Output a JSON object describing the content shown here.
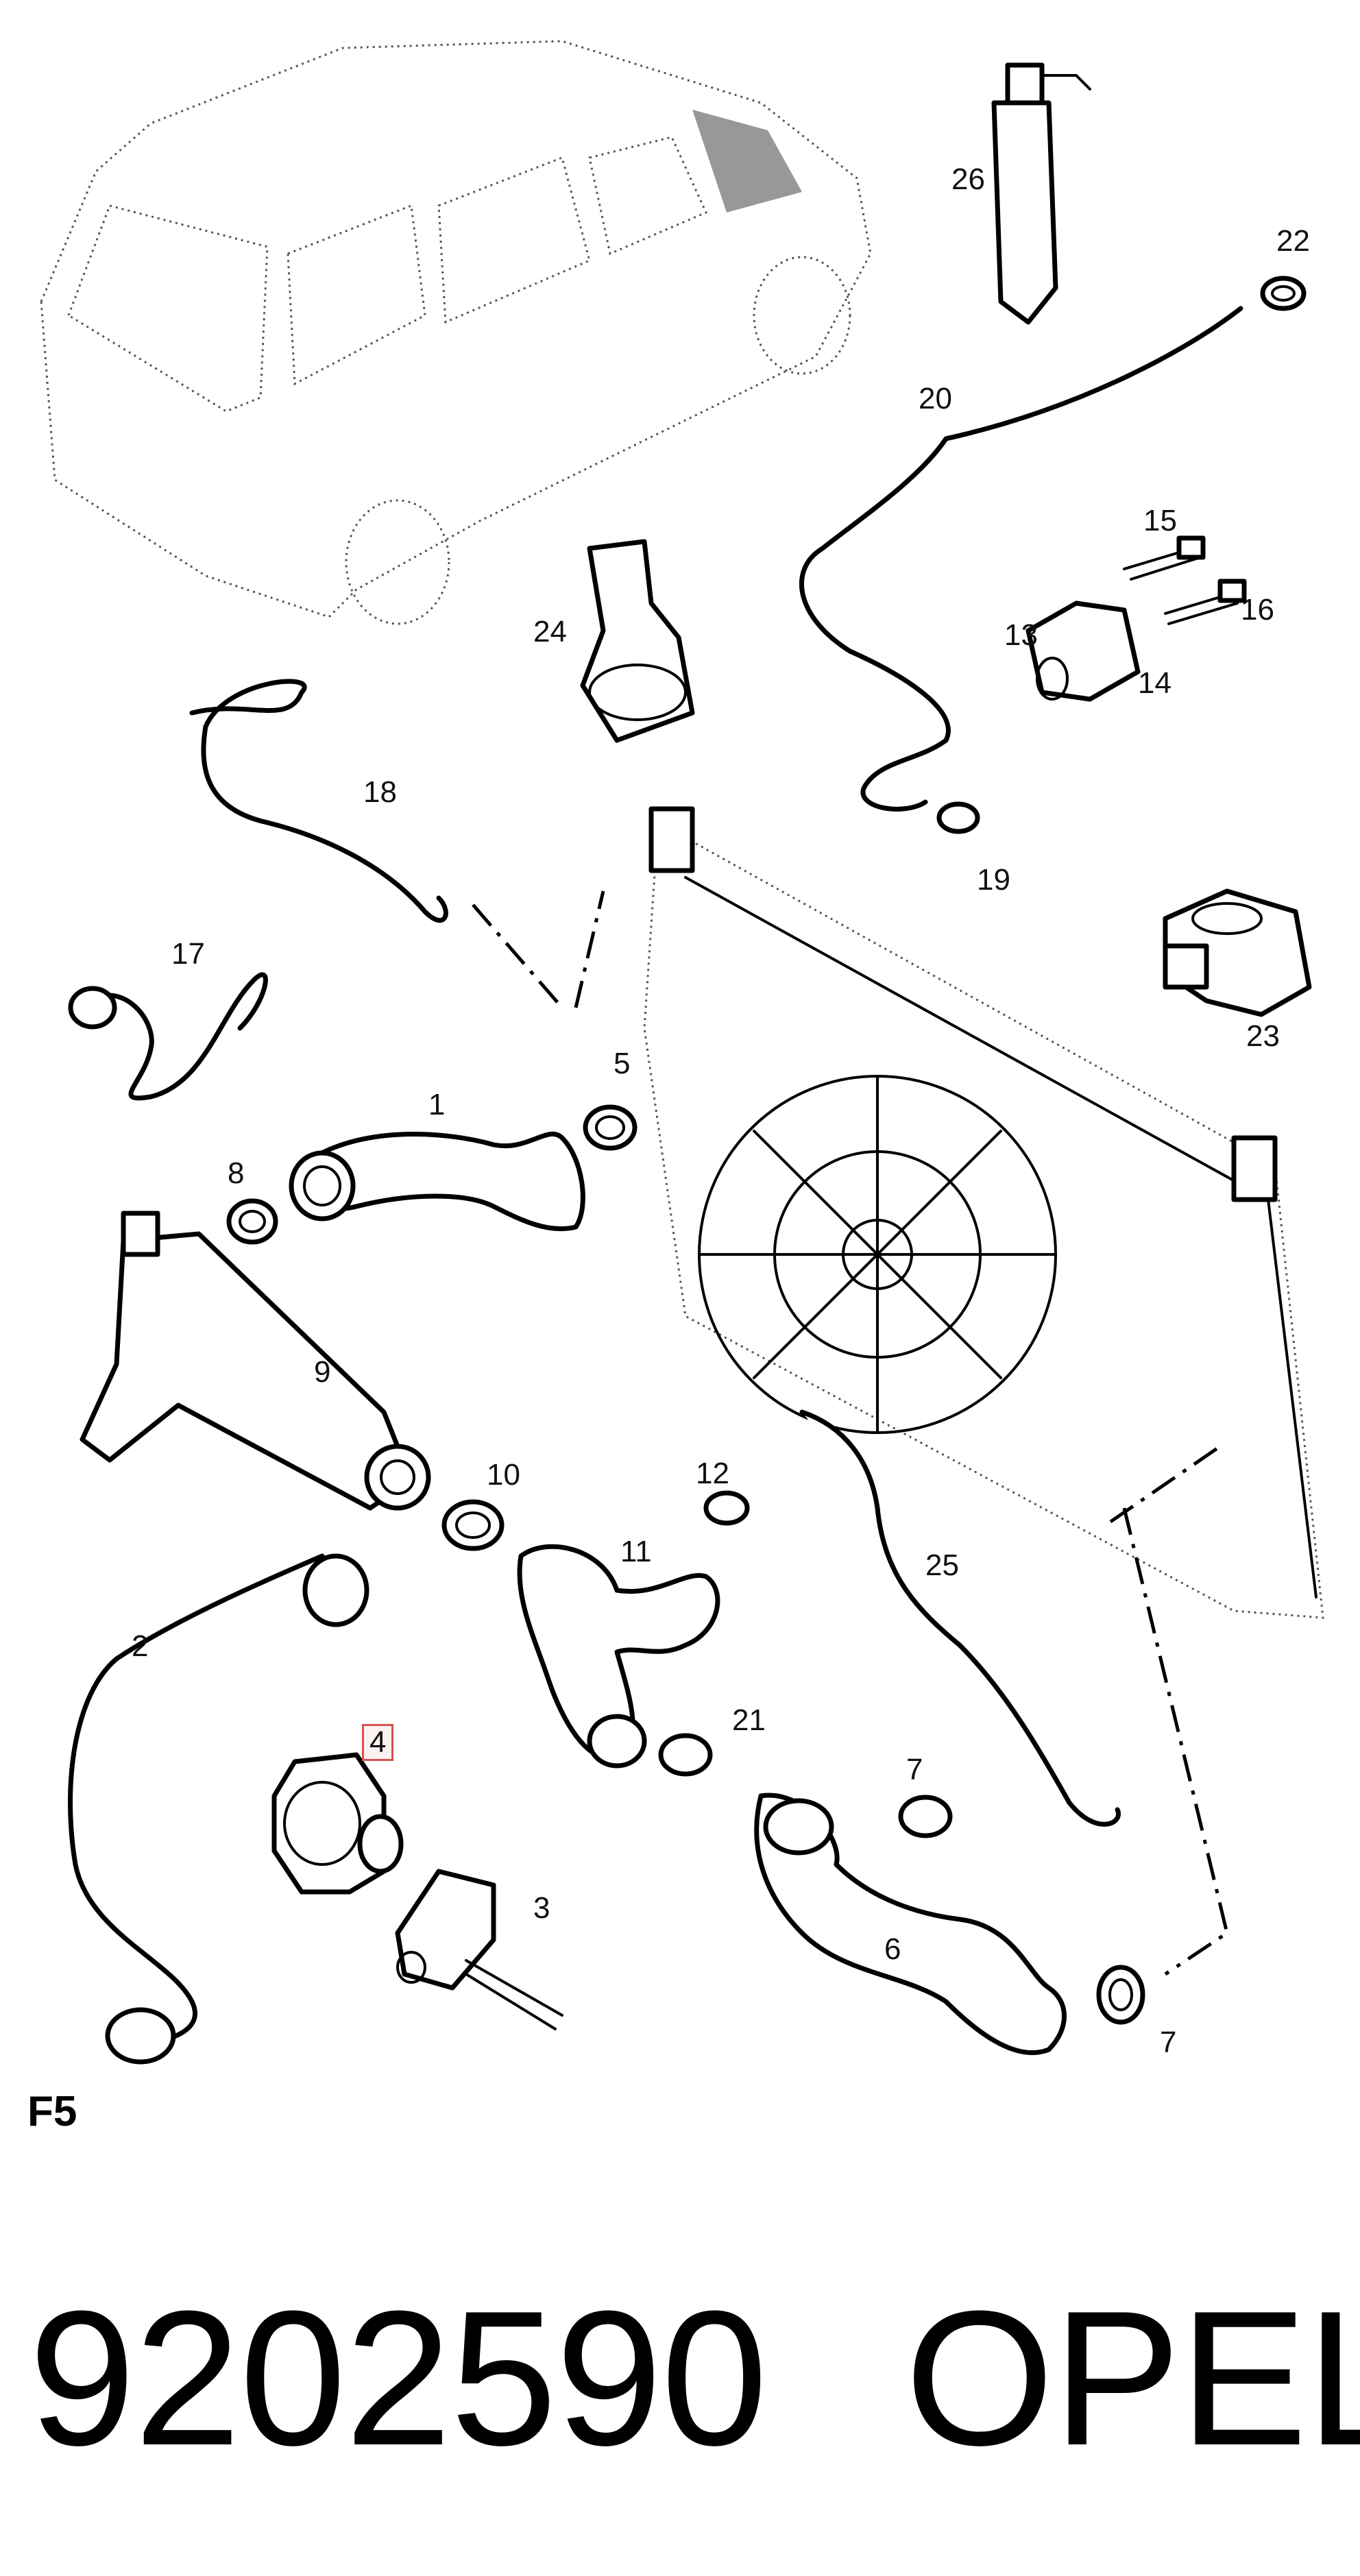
{
  "diagram": {
    "sheet": "F5",
    "part_number": "9202590",
    "brand": "OPEL",
    "highlighted_callout": "4",
    "highlight_color": "#d9534f",
    "callouts": {
      "c1": "1",
      "c2": "2",
      "c3": "3",
      "c4": "4",
      "c5": "5",
      "c6": "6",
      "c7a": "7",
      "c7b": "7",
      "c8": "8",
      "c9": "9",
      "c10": "10",
      "c11": "11",
      "c12": "12",
      "c13": "13",
      "c14": "14",
      "c15": "15",
      "c16": "16",
      "c17": "17",
      "c18": "18",
      "c19": "19",
      "c20": "20",
      "c21": "21",
      "c22": "22",
      "c23": "23",
      "c24": "24",
      "c25": "25",
      "c26": "26"
    }
  }
}
